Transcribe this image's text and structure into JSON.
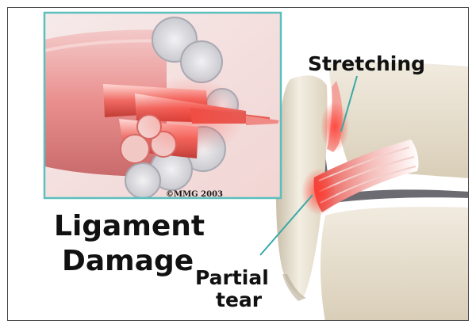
{
  "illustration": {
    "title_lines": [
      "Ligament",
      "Damage"
    ],
    "callouts": {
      "stretching": "Stretching",
      "partial_tear_lines": [
        "Partial",
        "tear"
      ]
    },
    "copyright": "©MMG 2003"
  },
  "colors": {
    "inset_border": "#5bbfbe",
    "frame_border": "#4a4a4a",
    "leader_line": "#3aa9a6",
    "ligament_red": "#e8463f",
    "bone": "#e9e2d2",
    "text": "#111111"
  }
}
